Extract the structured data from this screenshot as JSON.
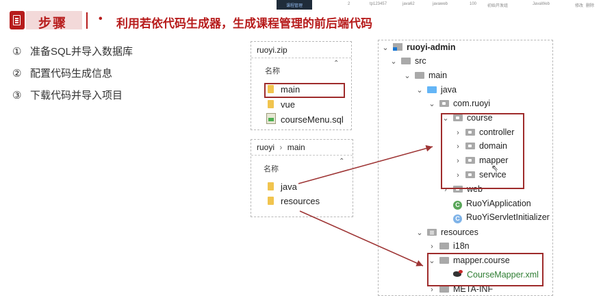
{
  "top_strip": {
    "texts": [
      "2",
      "tp123457",
      "java62",
      "javaweb",
      "100",
      "初始开发组",
      "JavaWeb",
      "修改",
      "删除"
    ],
    "dark_thumb_text": "课程管理"
  },
  "header": {
    "step_label": "步骤",
    "title": "利用若依代码生成器，生成课程管理的前后端代码"
  },
  "steps": [
    {
      "num": "①",
      "text": "准备SQL并导入数据库"
    },
    {
      "num": "②",
      "text": "配置代码生成信息"
    },
    {
      "num": "③",
      "text": "下载代码并导入项目"
    }
  ],
  "zip_panel": {
    "path": "ruoyi.zip",
    "column_header": "名称",
    "items": [
      "main",
      "vue",
      "courseMenu.sql"
    ]
  },
  "main_panel": {
    "path_parts": [
      "ruoyi",
      "main"
    ],
    "path_sep": "›",
    "column_header": "名称",
    "items": [
      "java",
      "resources"
    ]
  },
  "tree": {
    "root": "ruoyi-admin",
    "src": "src",
    "main": "main",
    "java": "java",
    "com": "com.ruoyi",
    "course": "course",
    "controller": "controller",
    "domain": "domain",
    "mapper": "mapper",
    "service": "service",
    "web": "web",
    "app": "RuoYiApplication",
    "servlet": "RuoYiServletInitializer",
    "resources": "resources",
    "i18n": "i18n",
    "mapper_course": "mapper.course",
    "course_xml": "CourseMapper.xml",
    "meta": "META-INF"
  },
  "colors": {
    "accent": "#b71c1c",
    "highlight_box": "#9e2b2b",
    "arrow": "#9e3535",
    "xml_text": "#2e7d32"
  }
}
